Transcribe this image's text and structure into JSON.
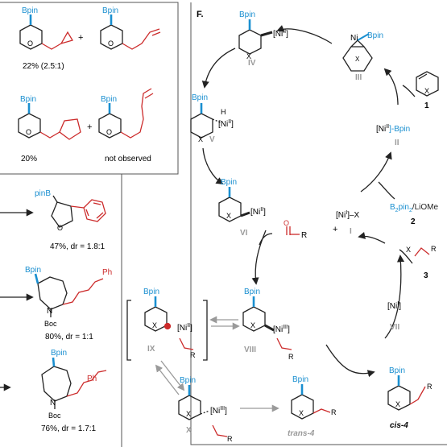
{
  "colors": {
    "blue": "#1a8fd0",
    "red": "#cc2b2b",
    "gray": "#9a9a9a",
    "black": "#222222"
  },
  "top_left_panel": {
    "bpin": "Bpin",
    "plus": "+",
    "caption_row1": "22% (2.5:1)",
    "caption_row2_left": "20%",
    "caption_row2_right": "not observed"
  },
  "left_column": {
    "pinb": "pinB",
    "bpin": "Bpin",
    "n": "N",
    "boc": "Boc",
    "ph": "Ph",
    "o": "O",
    "yield_1": "47%, dr = 1.8:1",
    "yield_2": "80%, dr = 1:1",
    "yield_3": "76%, dr = 1.7:1"
  },
  "cycle": {
    "panel_label": "F.",
    "bpin": "Bpin",
    "x": "X",
    "ni_ii": "[Ni",
    "ni_iii": "[Ni",
    "ni_i": "[Ni",
    "sup_ii": "II",
    "sup_iii": "III",
    "sup_i": "I",
    "bracket_close": "]",
    "h": "H",
    "ni_bpin_label": "Ni",
    "n_iv": "IV",
    "n_iii": "III",
    "n_v": "V",
    "n_ii": "II",
    "n_vi": "VI",
    "n_i": "I",
    "n_ix": "IX",
    "n_viii": "VIII",
    "n_vii": "VII",
    "n_x": "X",
    "cmpd_1": "1",
    "cmpd_2": "2",
    "cmpd_3": "3",
    "ni_x": "[Ni",
    "ni_x_tail": "]–X",
    "ni_bpin_tail": "]-Bpin",
    "reagent_2": "B",
    "reagent_2_sub": "2",
    "reagent_2_pin": "pin",
    "reagent_2_tail": "/LiOMe",
    "plus": "+",
    "r": "R",
    "o": "O",
    "trans_label": "trans-4",
    "cis_label": "cis-4"
  }
}
